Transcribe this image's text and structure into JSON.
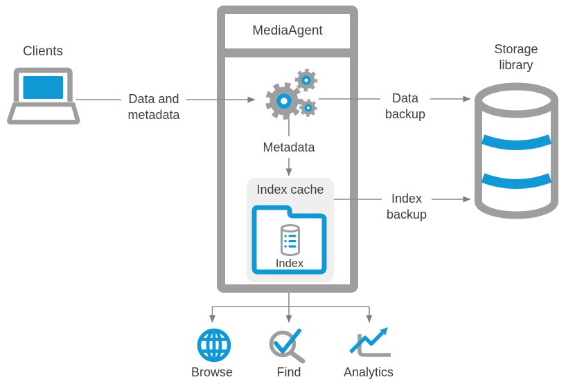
{
  "diagram": {
    "clients": {
      "label": "Clients"
    },
    "media_agent": {
      "title": "MediaAgent",
      "metadata_label": "Metadata",
      "index_cache": {
        "title": "Index cache",
        "index_label": "Index"
      }
    },
    "storage_library": {
      "label": "Storage library"
    },
    "arrows": {
      "data_and_metadata": "Data and metadata",
      "data_backup": "Data backup",
      "index_backup": "Index backup"
    },
    "outputs": [
      {
        "label": "Browse",
        "icon": "globe-icon"
      },
      {
        "label": "Find",
        "icon": "magnifier-check-icon"
      },
      {
        "label": "Analytics",
        "icon": "analytics-chart-icon"
      }
    ]
  },
  "colors": {
    "accent_blue": "#1299d5",
    "shape_gray": "#9e9e9e",
    "line_gray": "#8b8b8b",
    "arrowhead_gray": "#7d7d7d",
    "text_gray": "#3d3d3d",
    "cache_background": "#efefef"
  }
}
